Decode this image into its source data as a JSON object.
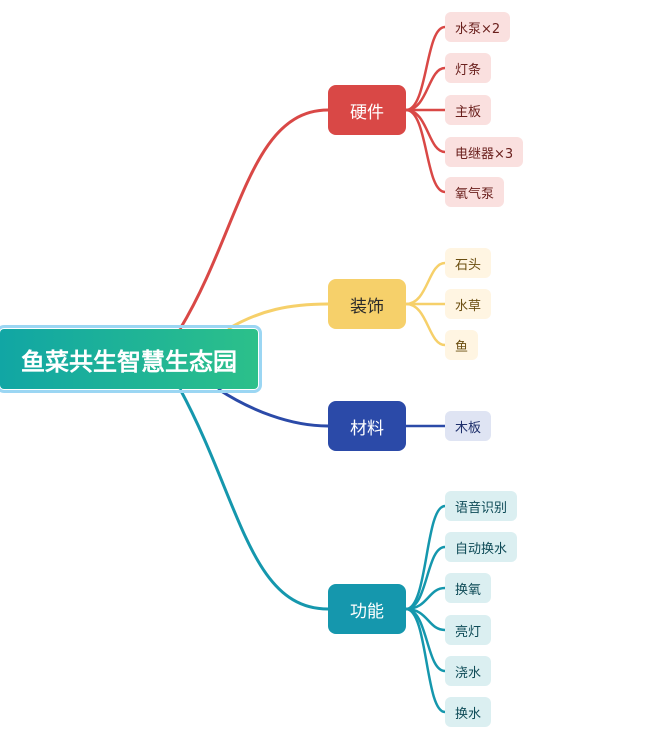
{
  "colors": {
    "hardware": "#d94846",
    "decoration": "#f6d06a",
    "material": "#2b4aa8",
    "function": "#1597ad"
  },
  "root": {
    "label": "鱼菜共生智慧生态园"
  },
  "branches": [
    {
      "key": "hardware",
      "label": "硬件",
      "items": [
        "水泵×2",
        "灯条",
        "主板",
        "电继器×3",
        "氧气泵"
      ]
    },
    {
      "key": "decoration",
      "label": "装饰",
      "items": [
        "石头",
        "水草",
        "鱼"
      ]
    },
    {
      "key": "material",
      "label": "材料",
      "items": [
        "木板"
      ]
    },
    {
      "key": "function",
      "label": "功能",
      "items": [
        "语音识别",
        "自动换水",
        "换氧",
        "亮灯",
        "浇水",
        "换水"
      ]
    }
  ]
}
